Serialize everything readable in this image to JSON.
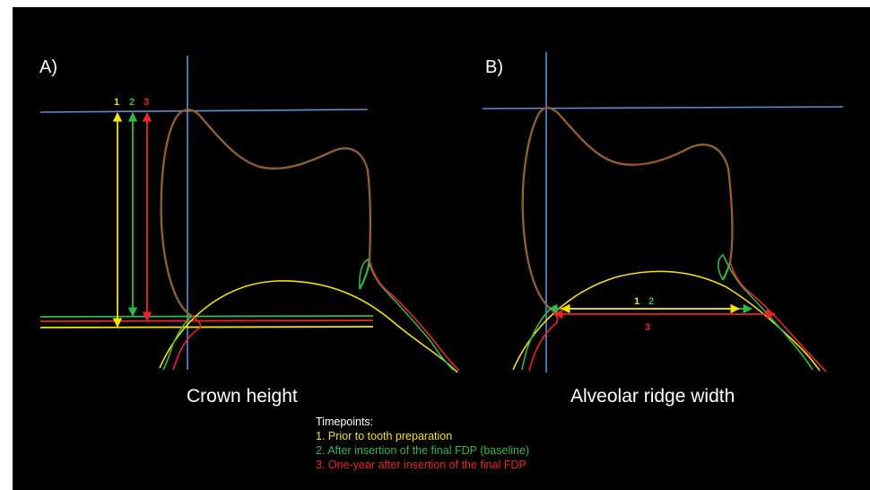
{
  "panels": {
    "a": {
      "label": "A)",
      "caption": "Crown height",
      "markers": [
        "1",
        "2",
        "3"
      ]
    },
    "b": {
      "label": "B)",
      "caption": "Alveolar ridge width",
      "markers": [
        "1",
        "2",
        "3"
      ]
    }
  },
  "legend": {
    "title": "Timepoints:",
    "items": [
      "1. Prior to tooth preparation",
      "2. After insertion of the final FDP (baseline)",
      "3. One-year after insertion of the final FDP"
    ]
  },
  "colors": {
    "background": "#000000",
    "reference": "#5b8fd6",
    "t1": "#f5e400",
    "t2": "#2fb94b",
    "t3": "#ee2222",
    "text": "#ffffff"
  }
}
